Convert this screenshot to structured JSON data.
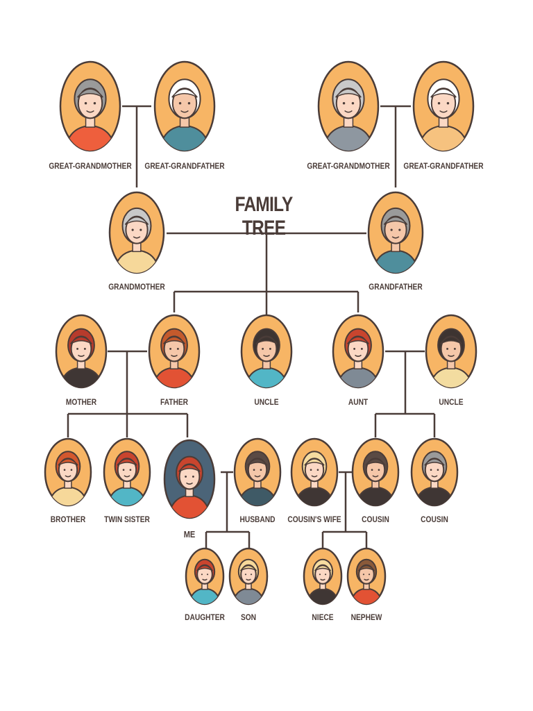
{
  "title": "FAMILY TREE",
  "colors": {
    "line": "#4a3c38",
    "badge_fill": "#f7b565",
    "badge_me": "#4b6478",
    "outline": "#4a3c38"
  },
  "people": [
    {
      "id": "ggm1",
      "label": "GREAT-GRANDMOTHER",
      "hair": "#9a9a9a",
      "skin": "#fbd8c4",
      "shirt": "#ee5f3d",
      "icon": "great-grandmother-avatar-icon"
    },
    {
      "id": "ggf1",
      "label": "GREAT-GRANDFATHER",
      "hair": "#ffffff",
      "skin": "#f5c7a9",
      "shirt": "#4f8e9c",
      "icon": "great-grandfather-avatar-icon"
    },
    {
      "id": "ggm2",
      "label": "GREAT-GRANDMOTHER",
      "hair": "#c9c9c9",
      "skin": "#fbd8c4",
      "shirt": "#8e97a0",
      "icon": "great-grandmother-avatar-icon"
    },
    {
      "id": "ggf2",
      "label": "GREAT-GRANDFATHER",
      "hair": "#ffffff",
      "skin": "#fbd8c4",
      "shirt": "#f6c27f",
      "icon": "great-grandfather-avatar-icon"
    },
    {
      "id": "gm",
      "label": "GRANDMOTHER",
      "hair": "#c8c8c8",
      "skin": "#fbd8c4",
      "shirt": "#f6d89a",
      "icon": "grandmother-avatar-icon"
    },
    {
      "id": "gf",
      "label": "GRANDFATHER",
      "hair": "#9a9a9a",
      "skin": "#f5c7a9",
      "shirt": "#4f8e9c",
      "icon": "grandfather-avatar-icon"
    },
    {
      "id": "mother",
      "label": "MOTHER",
      "hair": "#b63b2c",
      "skin": "#fbd8c4",
      "shirt": "#3f3634",
      "icon": "mother-avatar-icon"
    },
    {
      "id": "father",
      "label": "FATHER",
      "hair": "#c45a2c",
      "skin": "#f5c7a9",
      "shirt": "#e25234",
      "icon": "father-avatar-icon"
    },
    {
      "id": "uncle1",
      "label": "UNCLE",
      "hair": "#3d3431",
      "skin": "#f5c7a9",
      "shirt": "#52b6c6",
      "icon": "uncle-avatar-icon"
    },
    {
      "id": "aunt",
      "label": "AUNT",
      "hair": "#c9452e",
      "skin": "#fbd8c4",
      "shirt": "#7f8a95",
      "icon": "aunt-avatar-icon"
    },
    {
      "id": "uncle2",
      "label": "UNCLE",
      "hair": "#3d3431",
      "skin": "#f5c7a9",
      "shirt": "#f3dca0",
      "icon": "uncle-avatar-icon"
    },
    {
      "id": "brother",
      "label": "BROTHER",
      "hair": "#d4582e",
      "skin": "#fbd8c4",
      "shirt": "#f6d89a",
      "icon": "brother-avatar-icon"
    },
    {
      "id": "twin",
      "label": "TWIN SISTER",
      "hair": "#c9452e",
      "skin": "#fbd8c4",
      "shirt": "#52b6c6",
      "icon": "twin-sister-avatar-icon"
    },
    {
      "id": "me",
      "label": "ME",
      "hair": "#c9452e",
      "skin": "#fbd8c4",
      "shirt": "#e25234",
      "icon": "me-avatar-icon"
    },
    {
      "id": "husband",
      "label": "HUSBAND",
      "hair": "#5a4a44",
      "skin": "#f5c7a9",
      "shirt": "#3f5a66",
      "icon": "husband-avatar-icon"
    },
    {
      "id": "cwife",
      "label": "COUSIN'S WIFE",
      "hair": "#f6dca0",
      "skin": "#fbd8c4",
      "shirt": "#3f3634",
      "icon": "cousins-wife-avatar-icon"
    },
    {
      "id": "cousin1",
      "label": "COUSIN",
      "hair": "#5a4a44",
      "skin": "#f5c7a9",
      "shirt": "#3f3634",
      "icon": "cousin-avatar-icon"
    },
    {
      "id": "cousin2",
      "label": "COUSIN",
      "hair": "#9a9a9a",
      "skin": "#fbd8c4",
      "shirt": "#3f3634",
      "icon": "cousin-avatar-icon"
    },
    {
      "id": "daughter",
      "label": "DAUGHTER",
      "hair": "#c9452e",
      "skin": "#fbd8c4",
      "shirt": "#52b6c6",
      "icon": "daughter-avatar-icon"
    },
    {
      "id": "son",
      "label": "SON",
      "hair": "#f6d89a",
      "skin": "#fbd8c4",
      "shirt": "#7f8a95",
      "icon": "son-avatar-icon"
    },
    {
      "id": "niece",
      "label": "NIECE",
      "hair": "#f6dca0",
      "skin": "#fbd8c4",
      "shirt": "#3f3634",
      "icon": "niece-avatar-icon"
    },
    {
      "id": "nephew",
      "label": "NEPHEW",
      "hair": "#8a5a3a",
      "skin": "#f5c7a9",
      "shirt": "#e25234",
      "icon": "nephew-avatar-icon"
    }
  ]
}
